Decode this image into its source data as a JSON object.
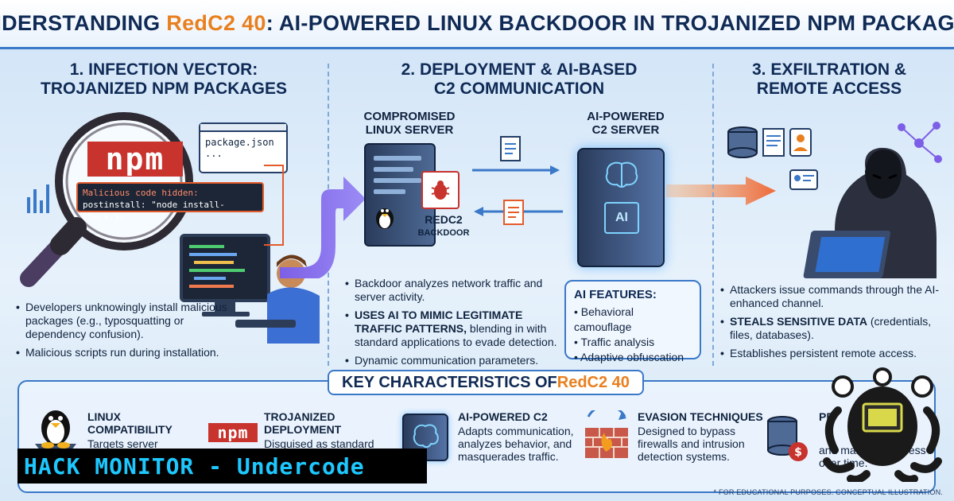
{
  "header": {
    "title_prefix": "UNDERSTANDING ",
    "title_accent": "RedC2 40",
    "title_suffix": ": AI-POWERED LINUX BACKDOOR IN TROJANIZED NPM PACKAGES"
  },
  "section1": {
    "title_line1": "1. INFECTION VECTOR:",
    "title_line2": "TROJANIZED NPM PACKAGES",
    "npm_logo": "npm",
    "file_name": "package.json",
    "file_ellipsis": "...",
    "code_line1": "Malicious code hidden:",
    "code_line2": "postinstall: \"node install-check.js\"",
    "bullets": [
      "Developers unknowingly install malicious packages (e.g., typosquatting or dependency confusion).",
      "Malicious scripts run during installation."
    ]
  },
  "section2": {
    "title_line1": "2. DEPLOYMENT & AI-BASED",
    "title_line2": "C2 COMMUNICATION",
    "server_label_line1": "COMPROMISED",
    "server_label_line2": "LINUX SERVER",
    "c2_label_line1": "AI-POWERED",
    "c2_label_line2": "C2 SERVER",
    "backdoor_line1": "REDC2",
    "backdoor_line2": "BACKDOOR",
    "ai_chip": "AI",
    "bullet1": "Backdoor analyzes network traffic and server activity.",
    "bullet2_bold": "USES AI TO MIMIC LEGITIMATE TRAFFIC PATTERNS,",
    "bullet2_rest": " blending in with standard applications to evade detection.",
    "bullet3": "Dynamic communication parameters.",
    "ai_features": {
      "heading": "AI FEATURES:",
      "items": [
        "Behavioral camouflage",
        "Traffic analysis",
        "Adaptive obfuscation"
      ]
    }
  },
  "section3": {
    "title_line1": "3. EXFILTRATION &",
    "title_line2": "REMOTE ACCESS",
    "bullet1": "Attackers issue commands through the AI-enhanced channel.",
    "bullet2_bold": "STEALS SENSITIVE DATA",
    "bullet2_rest": " (credentials, files, databases).",
    "bullet3": "Establishes persistent remote access."
  },
  "key_characteristics": {
    "title_prefix": "KEY CHARACTERISTICS OF ",
    "title_accent": "RedC2 40",
    "items": [
      {
        "title": "LINUX COMPATIBILITY",
        "text": "Targets server environments and"
      },
      {
        "title": "TROJANIZED DEPLOYMENT",
        "text": "Disguised as standard"
      },
      {
        "title": "AI-POWERED C2",
        "text": "Adapts communication, analyzes behavior, and masquerades traffic."
      },
      {
        "title": "EVASION TECHNIQUES",
        "text": "Designed to bypass firewalls and intrusion detection systems."
      },
      {
        "title": "PE",
        "text": "and maintains access over time."
      }
    ]
  },
  "watermark": "HACK MONITOR - Undercode",
  "footnote": "* FOR EDUCATIONAL PURPOSES. CONCEPTUAL ILLUSTRATION.",
  "colors": {
    "accent": "#e8801f",
    "navy": "#0f2a55",
    "blue": "#3a78c8",
    "threat_red": "#e35b2b",
    "watermark_cyan": "#1ec8ff"
  }
}
